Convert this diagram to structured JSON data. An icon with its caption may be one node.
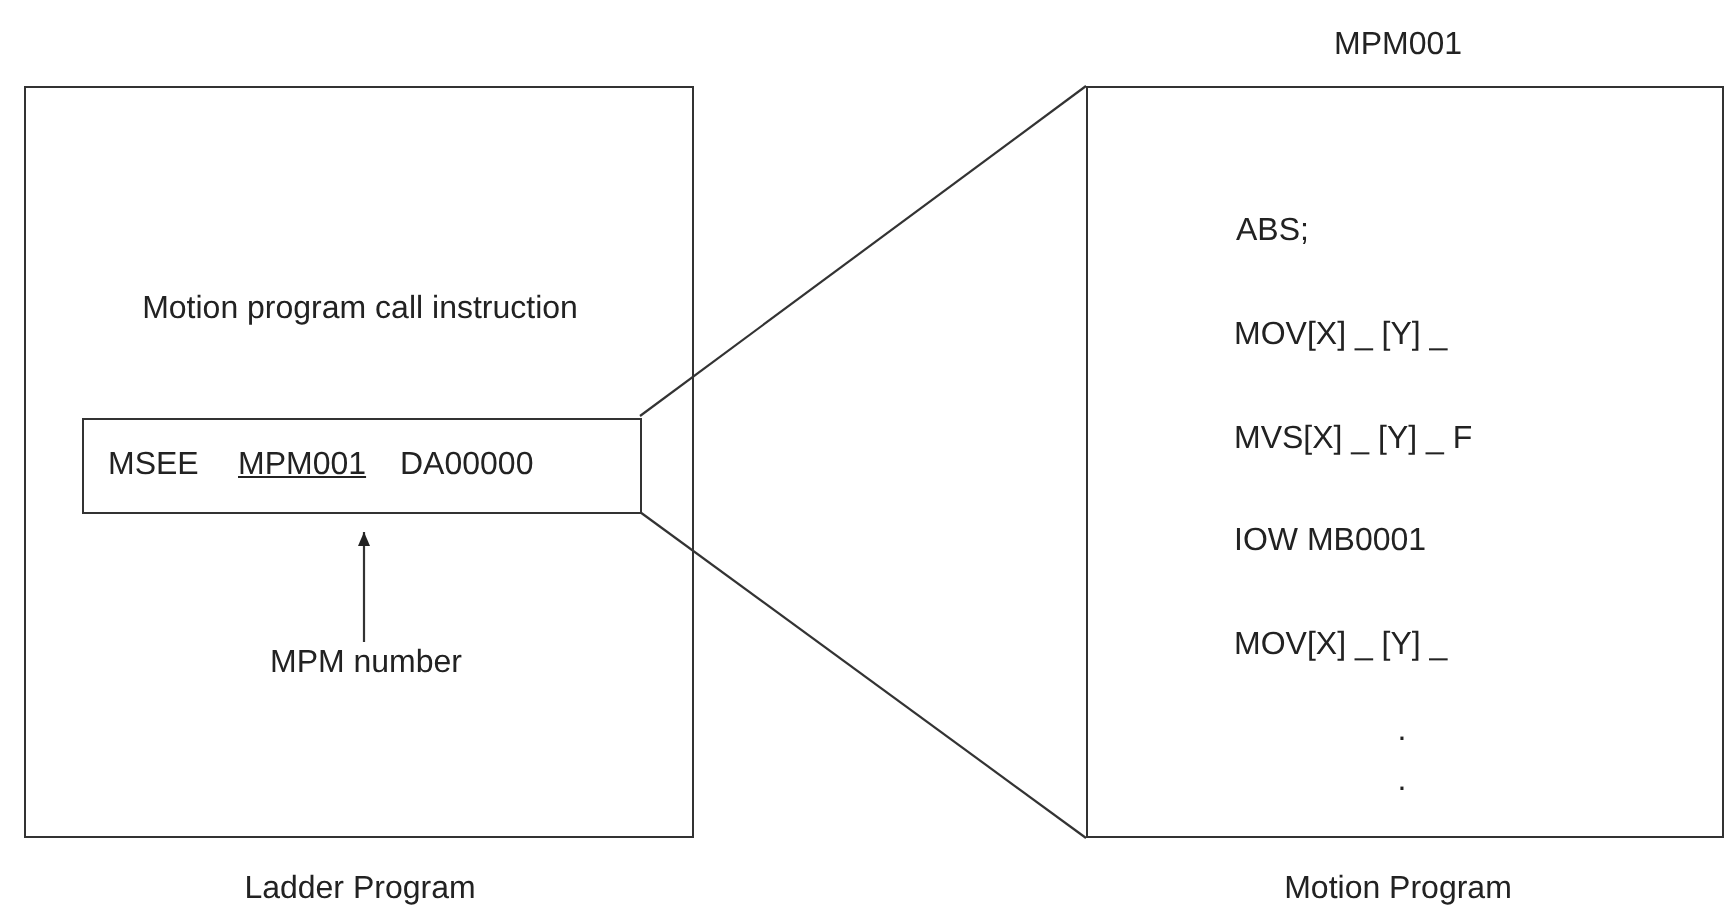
{
  "diagram": {
    "nodes": [
      {
        "text": [
          "Motion program call instruction",
          "Ladder Program"
        ]
      },
      {
        "text": [
          "MSEE",
          "MPM001",
          "DA00000"
        ],
        "in": 0
      },
      {
        "text": [
          "MPM number"
        ],
        "in": 0
      },
      {
        "text": [
          "MPM001",
          "ABS;",
          "MOV[X] _ [Y] _",
          "MVS[X] _ [Y] _ F",
          "IOW MB0001",
          "MOV[X] _ [Y] _",
          ".",
          ".",
          "Motion Program"
        ]
      }
    ],
    "edges": [
      {
        "from": 2,
        "to": 1,
        "arrow": "to"
      },
      {
        "from": 1,
        "to": 3,
        "arrow": "none"
      },
      {
        "from": 1,
        "to": 3,
        "arrow": "none"
      }
    ]
  }
}
